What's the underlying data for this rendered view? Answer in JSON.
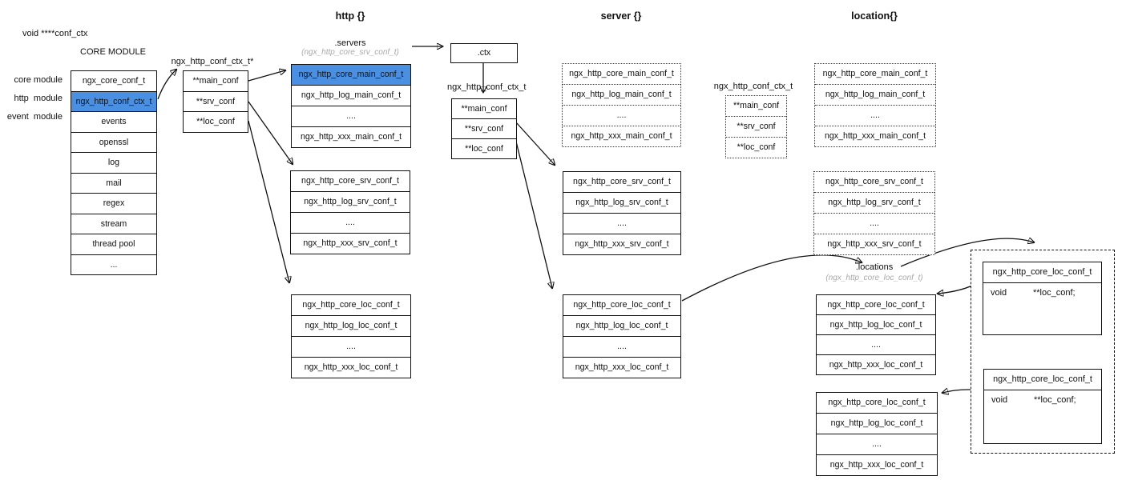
{
  "colors": {
    "highlight": "#4a90e2",
    "muted_text": "#a8a8a8"
  },
  "top_left_note": "void ****conf_ctx",
  "core_module": {
    "title": "CORE MODULE",
    "side_labels": [
      "core module",
      "http  module",
      "event  module"
    ],
    "rows": [
      "ngx_core_conf_t",
      "ngx_http_conf_ctx_t",
      "events",
      "openssl",
      "log",
      "mail",
      "regex",
      "stream",
      "thread pool",
      "..."
    ],
    "highlighted_row": "ngx_http_conf_ctx_t"
  },
  "ctx_ptr": {
    "label": "ngx_http_conf_ctx_t*",
    "rows": [
      "**main_conf",
      "**srv_conf",
      "**loc_conf"
    ]
  },
  "http_section": {
    "heading": "http {}",
    "servers_field": ".servers",
    "servers_type": "(ngx_http_core_srv_conf_t)",
    "ctx_box": ".ctx",
    "ctx_table": {
      "label": "ngx_http_conf_ctx_t",
      "rows": [
        "**main_conf",
        "**srv_conf",
        "**loc_conf"
      ]
    },
    "main_rows": [
      "ngx_http_core_main_conf_t",
      "ngx_http_log_main_conf_t",
      "....",
      "ngx_http_xxx_main_conf_t"
    ],
    "highlighted_row": "ngx_http_core_main_conf_t",
    "srv_rows": [
      "ngx_http_core_srv_conf_t",
      "ngx_http_log_srv_conf_t",
      "....",
      "ngx_http_xxx_srv_conf_t"
    ],
    "loc_rows": [
      "ngx_http_core_loc_conf_t",
      "ngx_http_log_loc_conf_t",
      "....",
      "ngx_http_xxx_loc_conf_t"
    ]
  },
  "server_section": {
    "heading": "server {}",
    "ctx_table": {
      "label": "ngx_http_conf_ctx_t",
      "rows": [
        "**main_conf",
        "**srv_conf",
        "**loc_conf"
      ]
    },
    "main_rows": [
      "ngx_http_core_main_conf_t",
      "ngx_http_log_main_conf_t",
      "....",
      "ngx_http_xxx_main_conf_t"
    ],
    "srv_rows": [
      "ngx_http_core_srv_conf_t",
      "ngx_http_log_srv_conf_t",
      "....",
      "ngx_http_xxx_srv_conf_t"
    ],
    "loc_rows": [
      "ngx_http_core_loc_conf_t",
      "ngx_http_log_loc_conf_t",
      "....",
      "ngx_http_xxx_loc_conf_t"
    ]
  },
  "location_section": {
    "heading": "location{}",
    "locations_field": ".locations",
    "locations_type": "(ngx_http_core_loc_conf_t)",
    "main_rows": [
      "ngx_http_core_main_conf_t",
      "ngx_http_log_main_conf_t",
      "....",
      "ngx_http_xxx_main_conf_t"
    ],
    "srv_rows": [
      "ngx_http_core_srv_conf_t",
      "ngx_http_log_srv_conf_t",
      "....",
      "ngx_http_xxx_srv_conf_t"
    ],
    "loc_rows_1": [
      "ngx_http_core_loc_conf_t",
      "ngx_http_log_loc_conf_t",
      "....",
      "ngx_http_xxx_loc_conf_t"
    ],
    "loc_rows_2": [
      "ngx_http_core_loc_conf_t",
      "ngx_http_log_loc_conf_t",
      "....",
      "ngx_http_xxx_loc_conf_t"
    ]
  },
  "loc_conf_struct": {
    "title": "ngx_http_core_loc_conf_t",
    "field_type": "void",
    "field_name": "**loc_conf;"
  }
}
